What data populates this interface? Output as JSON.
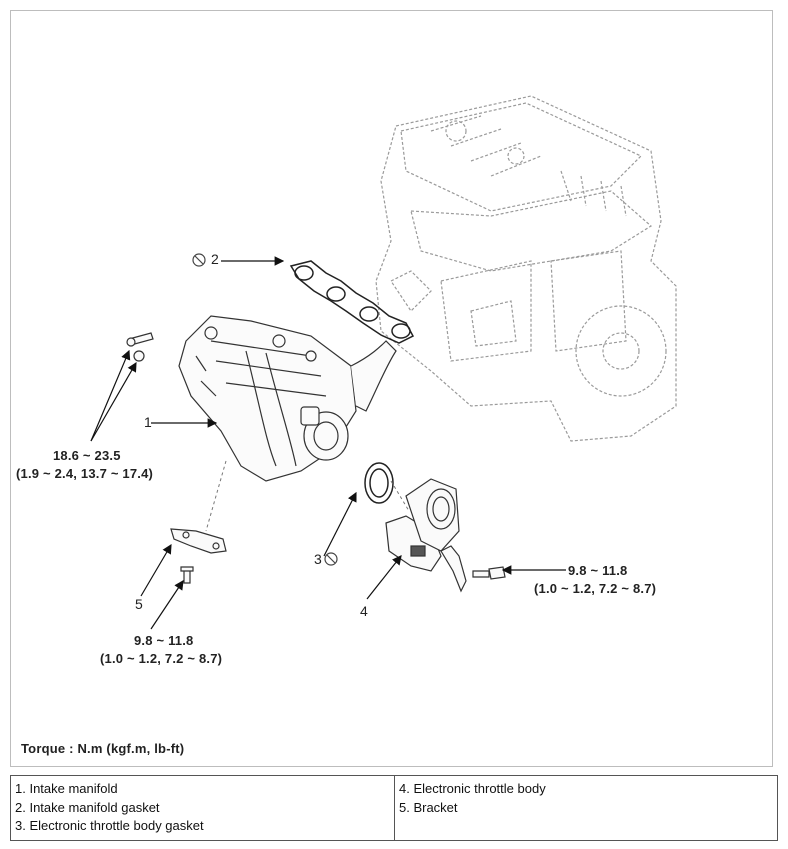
{
  "figure": {
    "callouts": {
      "c1": "1",
      "c2": "2",
      "c3": "3",
      "c4": "4",
      "c5": "5"
    },
    "torques": {
      "t_manifold_value": "18.6 ~ 23.5",
      "t_manifold_alt": "(1.9 ~ 2.4, 13.7 ~ 17.4)",
      "t_bracket_value": "9.8 ~ 11.8",
      "t_bracket_alt": "(1.0 ~ 1.2, 7.2 ~ 8.7)",
      "t_throttle_value": "9.8 ~ 11.8",
      "t_throttle_alt": "(1.0 ~ 1.2, 7.2 ~ 8.7)"
    },
    "torque_unit_note": "Torque : N.m (kgf.m, lb-ft)"
  },
  "legend": {
    "left": [
      "1. Intake manifold",
      "2. Intake manifold gasket",
      "3. Electronic throttle body gasket"
    ],
    "right": [
      "4. Electronic throttle body",
      "5. Bracket"
    ]
  }
}
